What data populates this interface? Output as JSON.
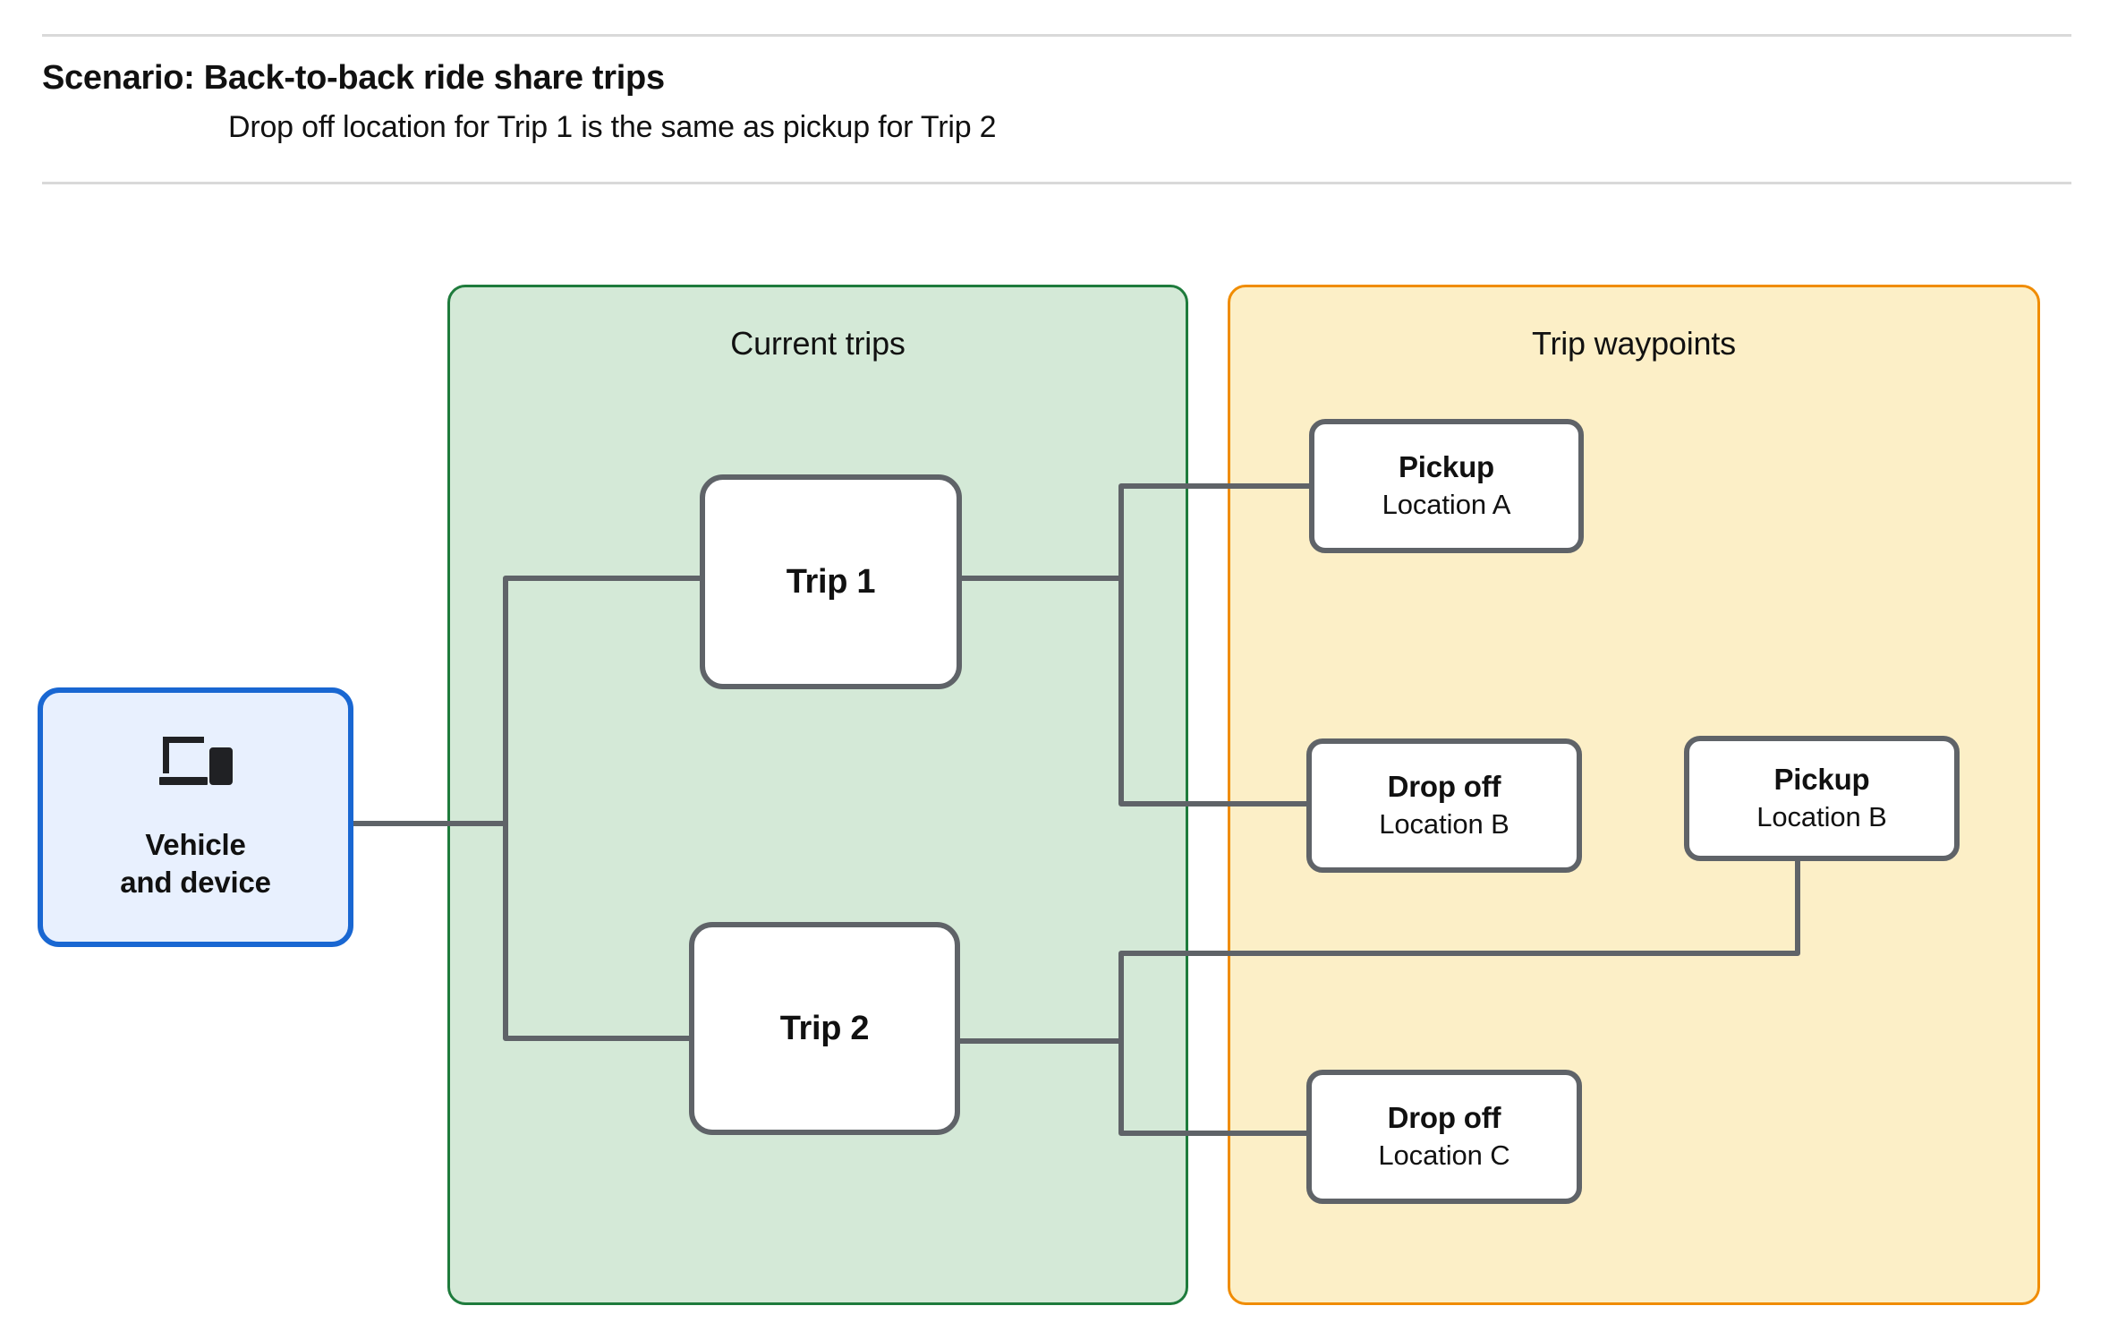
{
  "header": {
    "title": "Scenario: Back-to-back ride share trips",
    "subtitle": "Drop off  location for Trip 1 is the same as pickup for Trip 2"
  },
  "groups": {
    "current_trips": {
      "title": "Current trips",
      "fill": "#D4E9D7",
      "border": "#1E7B3C"
    },
    "trip_waypoints": {
      "title": "Trip waypoints",
      "fill": "#FCEFC7",
      "border": "#F08C00"
    }
  },
  "vehicle": {
    "label": "Vehicle\nand device",
    "icon": "laptop-and-phone-icon",
    "fill": "#E8F0FE",
    "border": "#1967D2"
  },
  "trips": [
    {
      "label": "Trip 1"
    },
    {
      "label": "Trip 2"
    }
  ],
  "waypoints": [
    {
      "title": "Pickup",
      "location": "Location A"
    },
    {
      "title": "Drop off",
      "location": "Location B"
    },
    {
      "title": "Pickup",
      "location": "Location B"
    },
    {
      "title": "Drop off",
      "location": "Location C"
    }
  ],
  "connector_color": "#5F6368"
}
